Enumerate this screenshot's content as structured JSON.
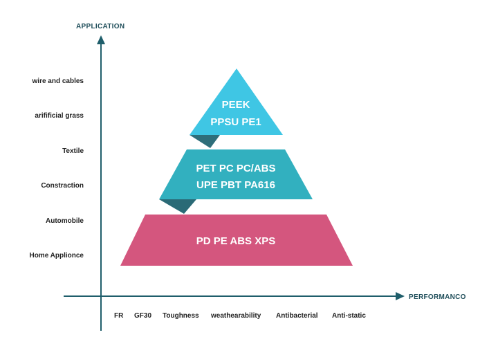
{
  "axes": {
    "y_title": "APPLICATION",
    "x_title": "PERFORMANCO",
    "color": "#1f5e6b"
  },
  "applications": [
    "wire and cables",
    "arifificial grass",
    "Textile",
    "Constraction",
    "Automobile",
    "Home Applionce"
  ],
  "performance": [
    "FR",
    "GF30",
    "Toughness",
    "weathearability",
    "Antibacterial",
    "Anti-static"
  ],
  "pyramid": {
    "top": {
      "line1": "PEEK",
      "line2": "PPSU PE1",
      "color": "#3fc6e4",
      "fold_color": "#2e6e7a"
    },
    "middle": {
      "line1": "PET PC PC/ABS",
      "line2": "UPE PBT PA616",
      "color": "#32b0bf",
      "fold_color": "#2a6a76"
    },
    "bottom": {
      "line1": "PD PE ABS XPS",
      "color": "#d4567e"
    }
  }
}
